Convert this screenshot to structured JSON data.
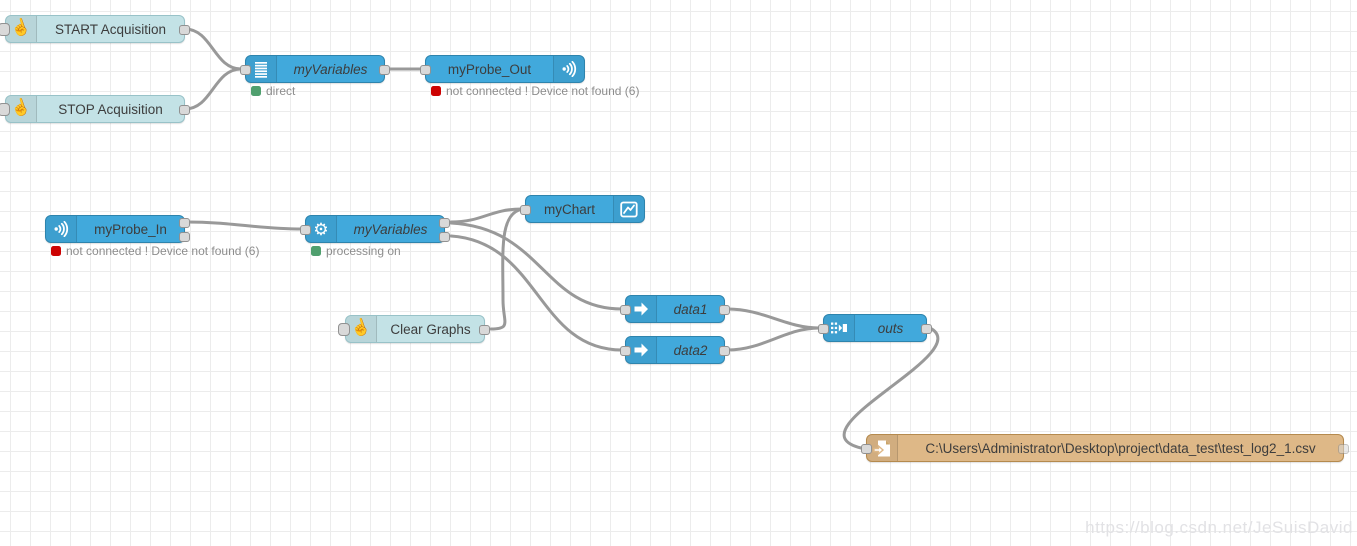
{
  "canvas": {
    "watermark": "https://blog.csdn.net/JeSuisDavid"
  },
  "colors": {
    "node_blue": "#41a9dc",
    "node_inject": "#c3e2e6",
    "node_file": "#deb887",
    "wire": "#999999",
    "status_red": "#cc0202",
    "status_green": "#4f9f6e",
    "grid_line": "#ececec"
  },
  "icons": {
    "inject": "hand-pointer-icon",
    "list": "list-lines-icon",
    "signal": "signal-waves-icon",
    "gear": "gear-icon",
    "chart": "line-chart-icon",
    "arrow": "arrow-right-icon",
    "join": "join-icon",
    "file": "file-export-icon"
  },
  "nodes": {
    "start_acq": {
      "label": "START Acquisition"
    },
    "stop_acq": {
      "label": "STOP Acquisition"
    },
    "vars_direct": {
      "label": "myVariables",
      "status": "direct"
    },
    "probe_out": {
      "label": "myProbe_Out",
      "status": "not connected ! Device not found (6)"
    },
    "probe_in": {
      "label": "myProbe_In",
      "status": "not connected ! Device not found (6)"
    },
    "vars_processing": {
      "label": "myVariables",
      "status": "processing on"
    },
    "chart": {
      "label": "myChart"
    },
    "clear_graphs": {
      "label": "Clear Graphs"
    },
    "data1": {
      "label": "data1"
    },
    "data2": {
      "label": "data2"
    },
    "outs": {
      "label": "outs"
    },
    "file": {
      "label": "C:\\Users\\Administrator\\Desktop\\project\\data_test\\test_log2_1.csv"
    }
  }
}
